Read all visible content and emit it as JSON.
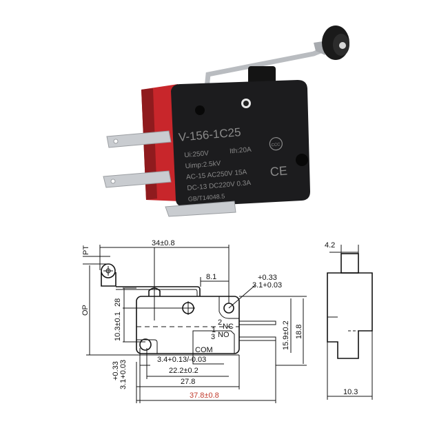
{
  "product": {
    "model": "V-156-1C25",
    "ratings": {
      "ui": "Ui:250V",
      "ith": "Ith:20A",
      "uimp": "Uimp:2.5kV",
      "ac": "AC-15 AC250V 15A",
      "dc": "DC-13 DC220V 0.3A",
      "standard": "GB/T14048.5"
    },
    "marks": {
      "ce": "CE",
      "ccc": "CCC"
    },
    "colors": {
      "body": "#1c1c1e",
      "accent": "#d42a2a",
      "metal": "#c9ccd0"
    }
  },
  "drawing": {
    "overall_length_lever": "34±0.8",
    "pt": "PT",
    "op": "OP",
    "lever_offset": "8.1",
    "hole_dia_top": "3.1+0.03",
    "hole_tol_top": "+0.33",
    "dim_28": "28",
    "dim_10_3": "10.3±0.1",
    "dim_15_9": "15.9±0.2",
    "dim_18_8": "18.8",
    "dim_3_4": "3.4+0.13/-0.03",
    "dim_22_2": "22.2±0.2",
    "dim_27_8": "27.8",
    "dim_37_8": "37.8±0.8",
    "hole_dia_bottom": "3.1+0.03",
    "hole_tol_bottom": "+0.33",
    "terminals": {
      "nc_num": "2",
      "nc": "NC",
      "no_num": "3",
      "no": "NO",
      "com_num": "1",
      "com": "COM"
    },
    "side_width_top": "4.2",
    "side_width": "10.3",
    "highlight_color": "#c0392b"
  }
}
